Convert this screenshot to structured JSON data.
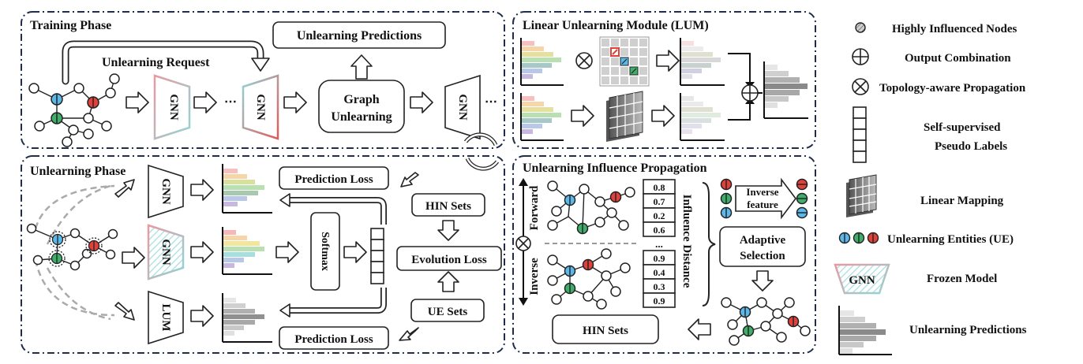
{
  "training": {
    "title": "Training Phase",
    "unlearning_request": "Unlearning Request",
    "gnn": "GNN",
    "ellipsis": "⋯",
    "graph_unlearning_line1": "Graph",
    "graph_unlearning_line2": "Unlearning",
    "unlearning_predictions": "Unlearning Predictions"
  },
  "lum": {
    "title": "Linear Unlearning Module (LUM)"
  },
  "unlearning_phase": {
    "title": "Unlearning Phase",
    "gnn": "GNN",
    "lum": "LUM",
    "softmax": "Softmax",
    "prediction_loss_top": "Prediction Loss",
    "prediction_loss_bottom": "Prediction Loss",
    "hin_sets": "HIN Sets",
    "evolution_loss": "Evolution Loss",
    "ue_sets": "UE Sets"
  },
  "propagation": {
    "title": "Unlearning Influence Propagation",
    "forward": "Forward",
    "inverse": "Inverse",
    "influence_distance": "Influence Distance",
    "forward_values": [
      "0.8",
      "0.7",
      "0.2",
      "0.6"
    ],
    "ellipsis": "...",
    "inverse_values": [
      "0.9",
      "0.4",
      "0.3",
      "0.9"
    ],
    "inverse_feature_line1": "Inverse",
    "inverse_feature_line2": "feature",
    "adaptive_selection_line1": "Adaptive",
    "adaptive_selection_line2": "Selection",
    "hin_sets": "HIN Sets"
  },
  "legend": {
    "items": [
      {
        "label": "Highly Influenced Nodes"
      },
      {
        "label": "Output Combination"
      },
      {
        "label": "Topology-aware Propagation"
      },
      {
        "label": "Self-supervised"
      },
      {
        "label": "Pseudo Labels"
      },
      {
        "label": "Linear Mapping"
      },
      {
        "label": "Unlearning Entities (UE)"
      },
      {
        "label": "Frozen Model"
      },
      {
        "label": "Unlearning Predictions"
      }
    ],
    "gnn_label": "GNN"
  },
  "colors": {
    "ue_blue": "#5bb8e8",
    "ue_green": "#3fae6a",
    "ue_red": "#e0413b",
    "panel_border": "#1f2d4a",
    "gnn_gradient_start": "#e89aa0",
    "gnn_gradient_end": "#8fd6d8"
  }
}
